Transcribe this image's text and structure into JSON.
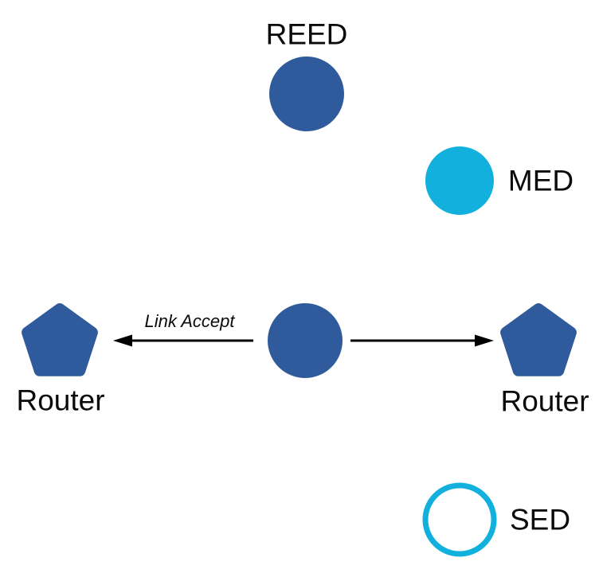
{
  "diagram": {
    "type": "network-topology",
    "description": "Thread network device role topology diagram",
    "labels": {
      "reed": "REED",
      "med": "MED",
      "sed": "SED",
      "router_left": "Router",
      "router_right": "Router",
      "link_accept": "Link Accept"
    },
    "colors": {
      "node_blue": "#2F5B9D",
      "node_cyan": "#12B0DC",
      "arrow": "#000000",
      "text": "#0A0A0A",
      "background": "#FFFFFF"
    },
    "nodes": [
      {
        "id": "reed",
        "label": "REED",
        "shape": "circle",
        "style": "filled",
        "color": "#2F5B9D",
        "label_position": "above"
      },
      {
        "id": "med",
        "label": "MED",
        "shape": "circle",
        "style": "filled",
        "color": "#12B0DC",
        "label_position": "right"
      },
      {
        "id": "center",
        "label": "",
        "shape": "circle",
        "style": "filled",
        "color": "#2F5B9D",
        "label_position": "none"
      },
      {
        "id": "router-left",
        "label": "Router",
        "shape": "pentagon",
        "style": "filled",
        "color": "#2F5B9D",
        "label_position": "below"
      },
      {
        "id": "router-right",
        "label": "Router",
        "shape": "pentagon",
        "style": "filled",
        "color": "#2F5B9D",
        "label_position": "below"
      },
      {
        "id": "sed",
        "label": "SED",
        "shape": "circle",
        "style": "outlined",
        "color": "#12B0DC",
        "label_position": "right"
      }
    ],
    "edges": [
      {
        "from": "center",
        "to": "router-left",
        "label": "Link Accept",
        "arrowhead": "end"
      },
      {
        "from": "center",
        "to": "router-right",
        "label": "",
        "arrowhead": "end"
      }
    ]
  }
}
